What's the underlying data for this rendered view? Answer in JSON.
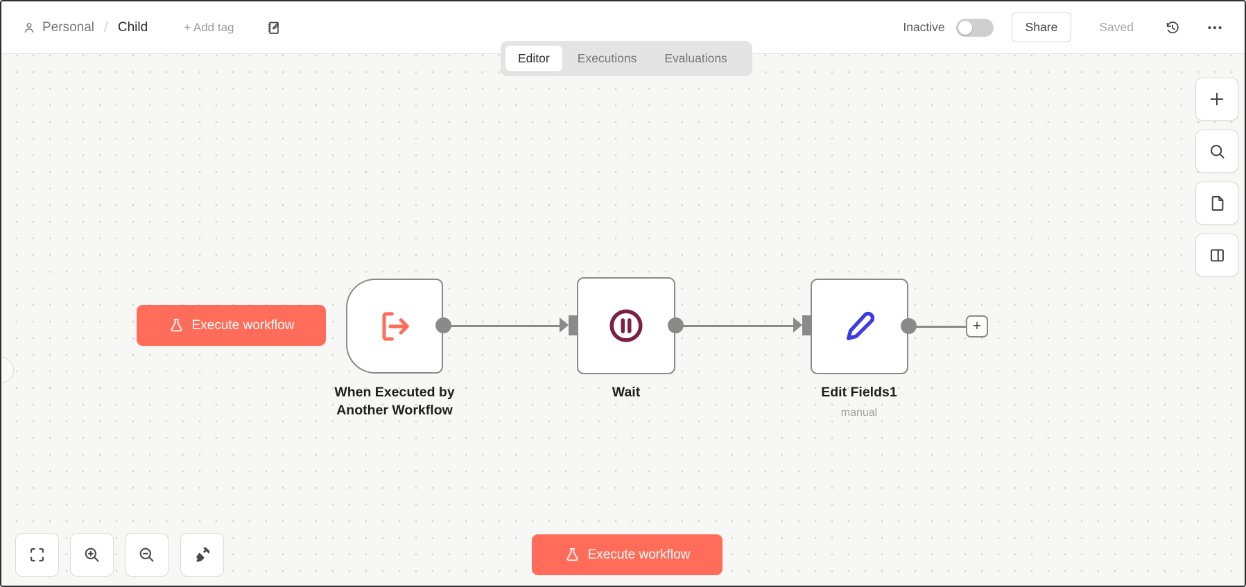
{
  "header": {
    "project_label": "Personal",
    "breadcrumb_separator": "/",
    "workflow_title": "Child",
    "add_tag_label": "+ Add tag",
    "status_label": "Inactive",
    "status_state": "off",
    "share_label": "Share",
    "save_status": "Saved"
  },
  "tabs": {
    "active": "Editor",
    "editor_label": "Editor",
    "executions_label": "Executions",
    "evaluations_label": "Evaluations"
  },
  "canvas": {
    "execute_button_label": "Execute workflow",
    "bottom_execute_button_label": "Execute workflow",
    "add_node_plus_label": "+",
    "nodes": [
      {
        "id": "when-executed-by-another-workflow",
        "label_line1": "When Executed by",
        "label_line2": "Another Workflow",
        "icon": "workflow-exit-icon",
        "type": "trigger"
      },
      {
        "id": "wait",
        "label": "Wait",
        "icon": "pause-circle-icon",
        "type": "action"
      },
      {
        "id": "edit-fields-1",
        "label": "Edit Fields1",
        "subtitle": "manual",
        "icon": "pen-icon",
        "type": "action"
      }
    ]
  },
  "controls": {
    "left_toolbar": [
      "fit-view-icon",
      "zoom-in-icon",
      "zoom-out-icon",
      "tidy-up-icon"
    ],
    "right_toolbar": [
      "add-node-icon",
      "search-icon",
      "sticky-note-icon",
      "split-panel-icon"
    ]
  },
  "colors": {
    "primary_orange": "#ff6d5a",
    "wait_icon_color": "#7d2043",
    "pen_icon_color": "#3e3be2",
    "node_border": "#8a8a8a",
    "connector": "#8a8a8a",
    "canvas_bg": "#f7f7f6",
    "tabs_bg": "#e4e4e4"
  }
}
